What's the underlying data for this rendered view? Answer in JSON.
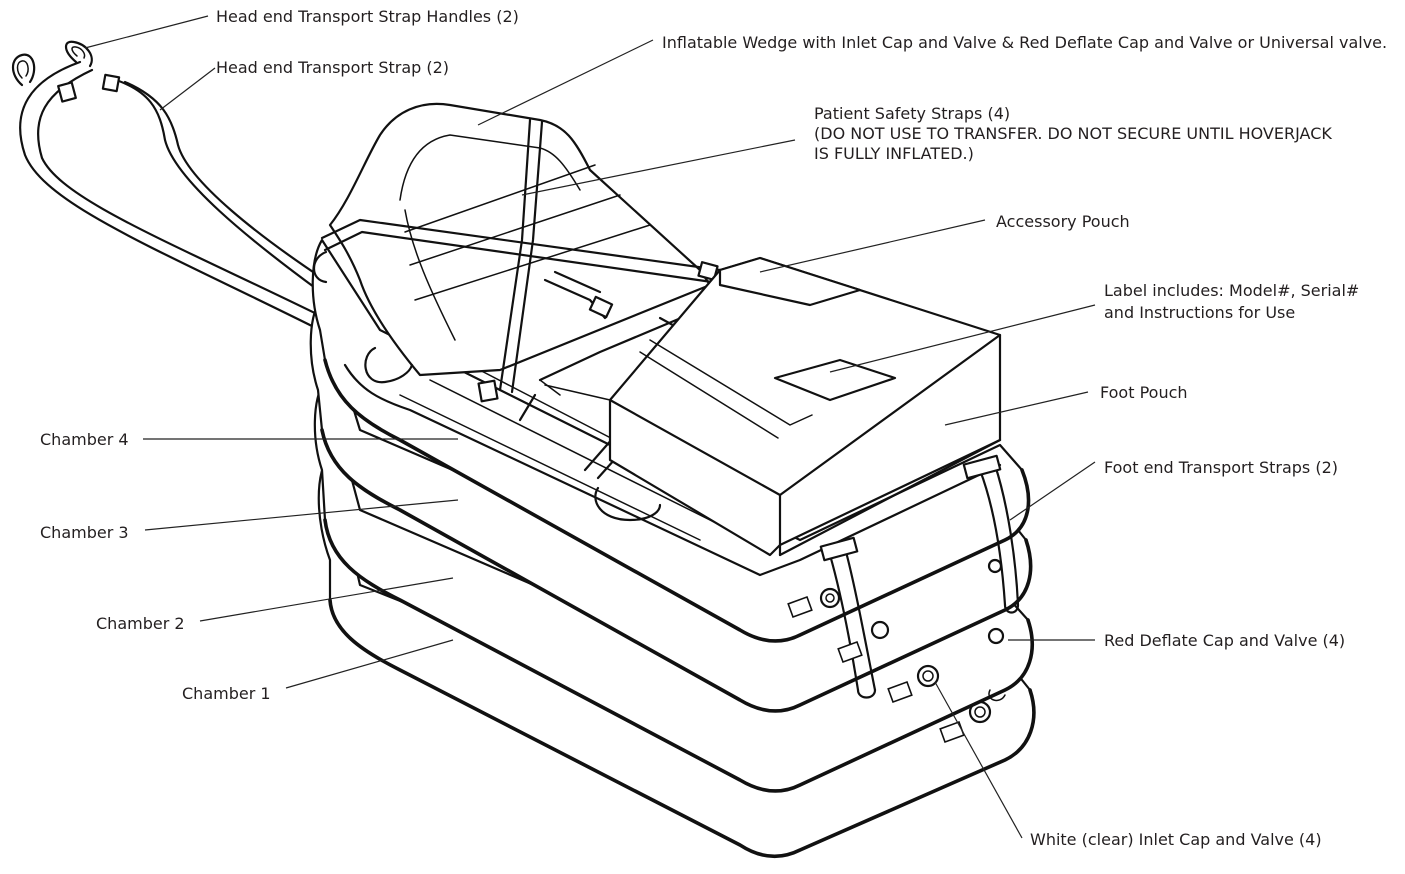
{
  "labels": {
    "head_handles": "Head end Transport Strap Handles (2)",
    "head_strap": "Head end Transport Strap (2)",
    "wedge": "Inflatable Wedge with Inlet Cap and Valve & Red Deflate Cap and Valve or Universal valve.",
    "safety_1": "Patient Safety Straps (4)",
    "safety_2": "(DO NOT USE TO TRANSFER. DO NOT SECURE UNTIL HOVERJACK",
    "safety_3": "IS FULLY INFLATED.)",
    "accessory_pouch": "Accessory Pouch",
    "label_info_1": "Label includes: Model#, Serial#",
    "label_info_2": "and Instructions for Use",
    "foot_pouch": "Foot Pouch",
    "foot_straps": "Foot end Transport Straps (2)",
    "red_deflate": "Red Deflate Cap and Valve (4)",
    "white_inlet": "White (clear) Inlet Cap and Valve (4)",
    "chamber_4": "Chamber 4",
    "chamber_3": "Chamber 3",
    "chamber_2": "Chamber 2",
    "chamber_1": "Chamber 1"
  }
}
